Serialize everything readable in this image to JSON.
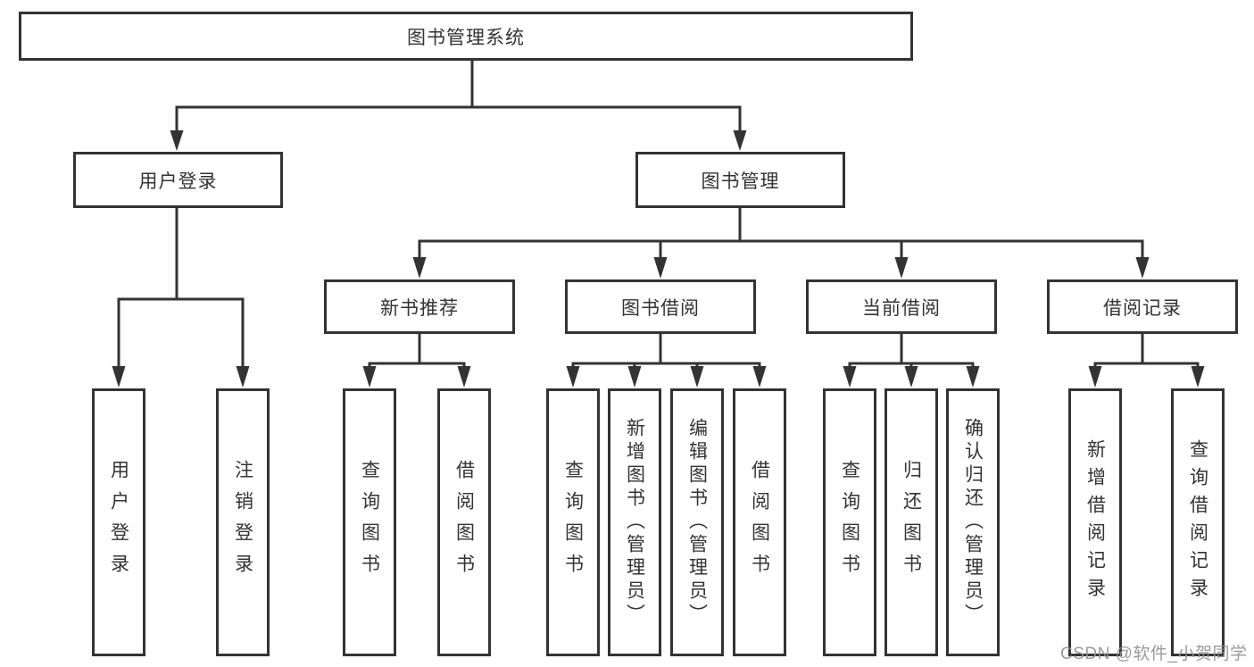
{
  "root": {
    "label": "图书管理系统"
  },
  "level2": {
    "user_login": "用户登录",
    "book_mgmt": "图书管理"
  },
  "level3": {
    "new_books": "新书推荐",
    "book_borrow": "图书借阅",
    "current_borrow": "当前借阅",
    "borrow_records": "借阅记录"
  },
  "leaves": {
    "user_login": [
      "用户登录",
      "注销登录"
    ],
    "new_books": [
      "查询图书",
      "借阅图书"
    ],
    "book_borrow": [
      "查询图书",
      "新增图书（管理员）",
      "编辑图书（管理员）",
      "借阅图书"
    ],
    "current_borrow": [
      "查询图书",
      "归还图书",
      "确认归还（管理员）"
    ],
    "borrow_records": [
      "新增借阅记录",
      "查询借阅记录"
    ]
  },
  "watermark": "CSDN @软件_小贺同学",
  "colors": {
    "line": "#333333",
    "text": "#333333",
    "box_background": "#ffffff",
    "page_background": "#ffffff",
    "watermark": "#919191"
  }
}
